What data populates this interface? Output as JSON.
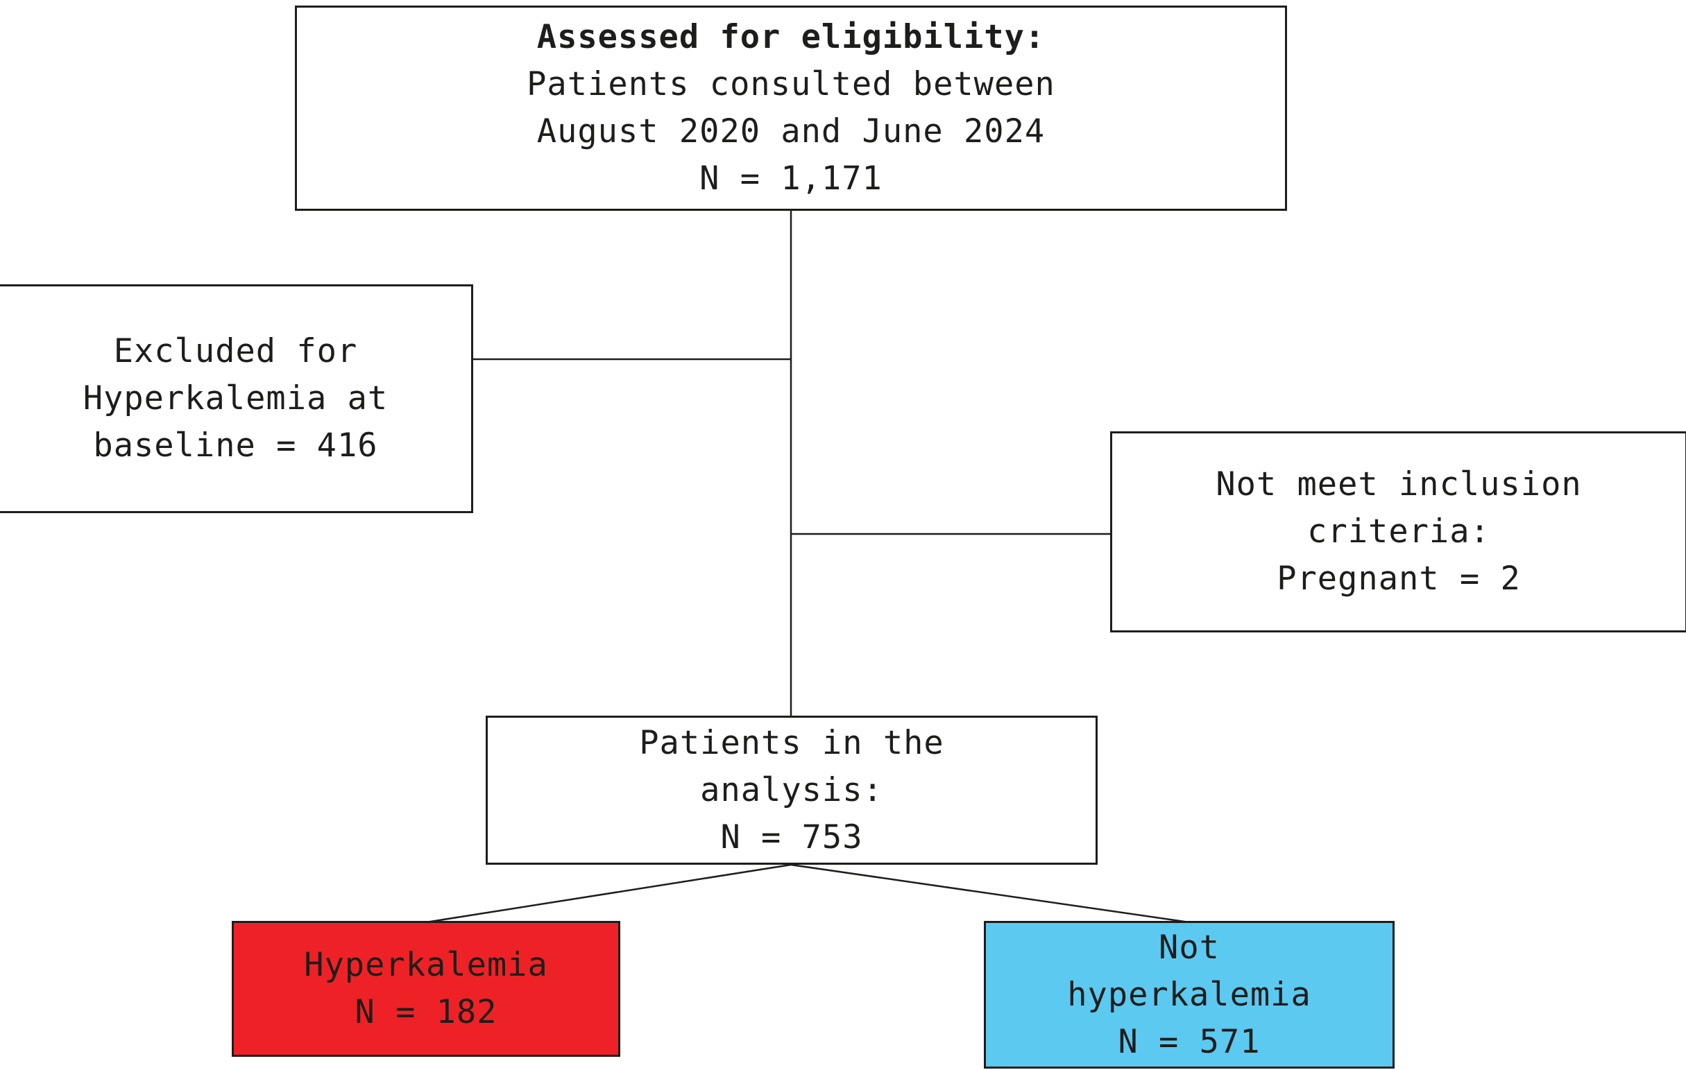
{
  "boxes": {
    "eligibility": {
      "title": "Assessed for eligibility:",
      "lines": [
        "Patients consulted between",
        "August 2020 and June 2024",
        "N = 1,171"
      ]
    },
    "excluded": {
      "lines": [
        "Excluded for",
        "Hyperkalemia at",
        "baseline = 416"
      ]
    },
    "inclusion": {
      "lines": [
        "Not meet inclusion",
        "criteria:",
        "Pregnant = 2"
      ]
    },
    "analysis": {
      "lines": [
        "Patients in the",
        "analysis:",
        "N = 753"
      ]
    },
    "hyperkalemia": {
      "lines": [
        "Hyperkalemia",
        "N = 182"
      ],
      "fill": "#ee2226"
    },
    "not_hyperkalemia": {
      "lines": [
        "Not",
        "hyperkalemia",
        "N = 571"
      ],
      "fill": "#5cc9f1"
    }
  },
  "colors": {
    "border": "#1d1d1b",
    "text": "#1d1d1b",
    "connector": "#1d1d1b",
    "plain_box_background": "#ffffff"
  }
}
